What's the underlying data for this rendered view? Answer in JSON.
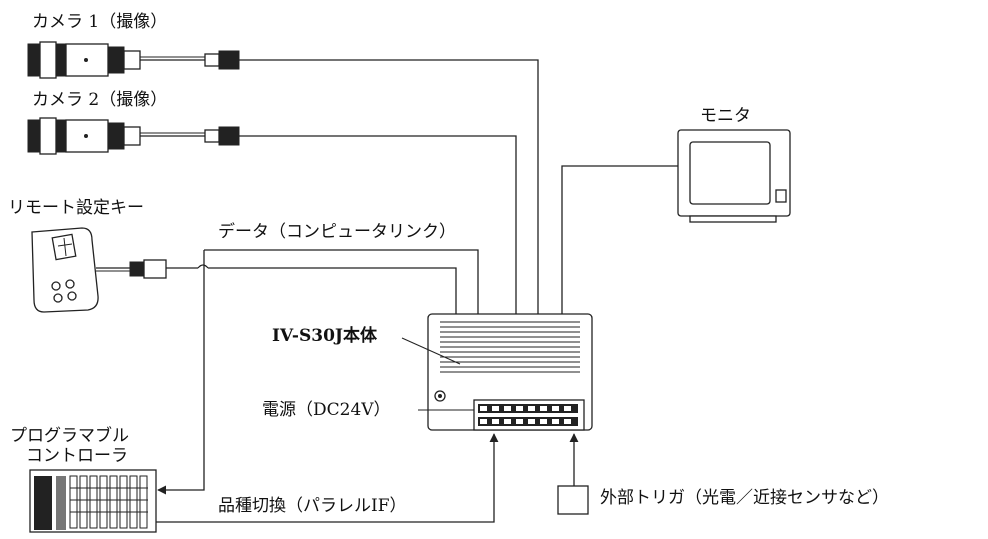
{
  "labels": {
    "camera1": "カメラ 1（撮像）",
    "camera2": "カメラ 2（撮像）",
    "monitor": "モニタ",
    "remote_key": "リモート設定キー",
    "data_link": "データ（コンピュータリンク）",
    "main_unit": "IV-S30J本体",
    "power": "電源（DC24V）",
    "plc_line1": "プログラマブル",
    "plc_line2": "コントローラ",
    "parallel_if": "品種切換（パラレルIF）",
    "ext_trigger": "外部トリガ（光電／近接センサなど）"
  },
  "colors": {
    "line": "#222222",
    "background": "#ffffff"
  }
}
